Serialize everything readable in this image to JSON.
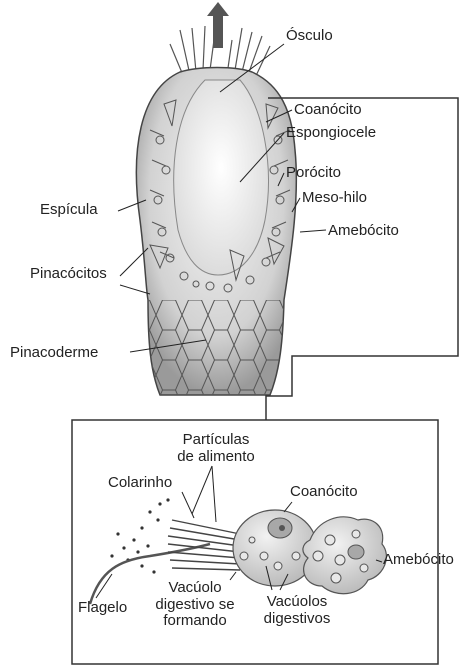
{
  "labels": {
    "osculo": "Ósculo",
    "coanocito_top": "Coanócito",
    "espongiocele": "Espongiocele",
    "porocito": "Porócito",
    "meso_hilo": "Meso-hilo",
    "amebocito_top": "Amebócito",
    "espicula": "Espícula",
    "pinacocitos": "Pinacócitos",
    "pinacoderme": "Pinacoderme",
    "particulas_l1": "Partículas",
    "particulas_l2": "de alimento",
    "colarinho": "Colarinho",
    "coanocito_inset": "Coanócito",
    "amebocito_inset": "Amebócito",
    "flagelo": "Flagelo",
    "vacuolo_l1": "Vacúolo",
    "vacuolo_l2": "digestivo se",
    "vacuolo_l3": "formando",
    "vacuolos_l1": "Vacúolos",
    "vacuolos_l2": "digestivos"
  }
}
